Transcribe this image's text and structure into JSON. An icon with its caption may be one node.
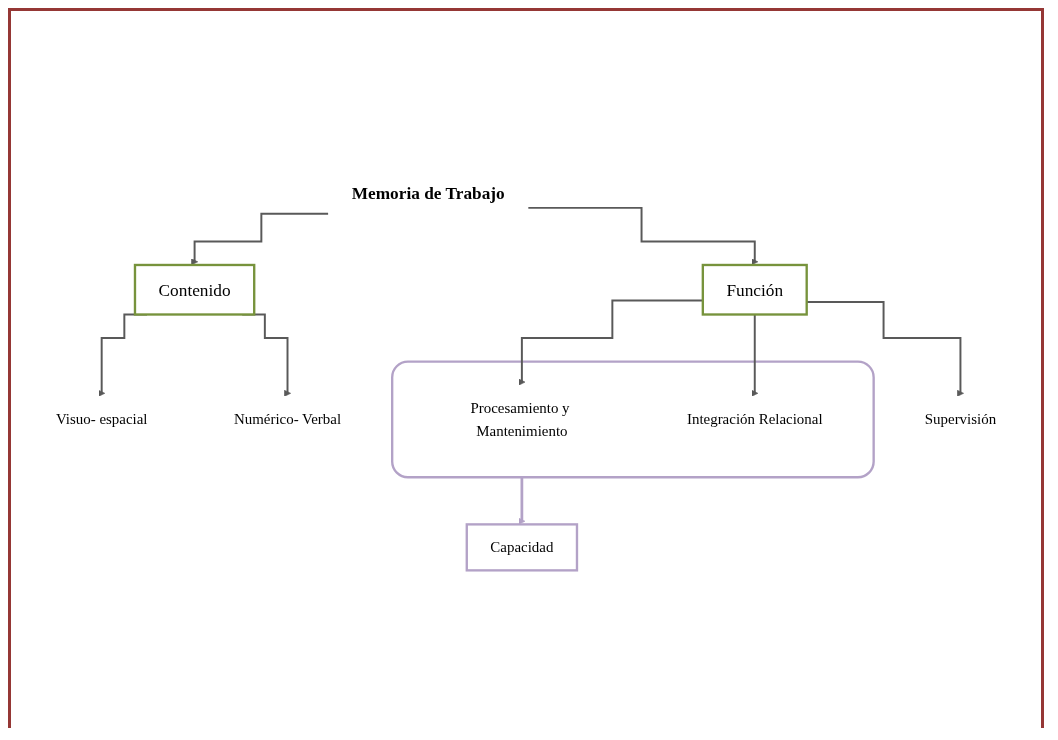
{
  "diagram": {
    "nodes": [
      {
        "text": [
          "Memoria de Trabajo"
        ]
      },
      {
        "text": [
          "Contenido"
        ]
      },
      {
        "text": [
          "Función"
        ]
      },
      {
        "text": [
          "Visuo- espacial"
        ]
      },
      {
        "text": [
          "Numérico- Verbal"
        ]
      },
      {
        "text": [],
        "shape": "box"
      },
      {
        "text": [
          "Procesamiento y Mantenimiento"
        ],
        "in": 5
      },
      {
        "text": [
          "Integración Relacional"
        ],
        "in": 5
      },
      {
        "text": [
          "Supervisión"
        ]
      },
      {
        "text": [
          "Capacidad"
        ]
      }
    ],
    "edges": [
      {
        "from": 0,
        "to": 1,
        "arrow": "to"
      },
      {
        "from": 0,
        "to": 2,
        "arrow": "to"
      },
      {
        "from": 1,
        "to": 3,
        "arrow": "to"
      },
      {
        "from": 1,
        "to": 4,
        "arrow": "to"
      },
      {
        "from": 2,
        "to": 6,
        "arrow": "to"
      },
      {
        "from": 2,
        "to": 7,
        "arrow": "to"
      },
      {
        "from": 2,
        "to": 8,
        "arrow": "to"
      },
      {
        "from": 5,
        "to": 9,
        "arrow": "to",
        "color": "#b3a2c7"
      }
    ]
  }
}
